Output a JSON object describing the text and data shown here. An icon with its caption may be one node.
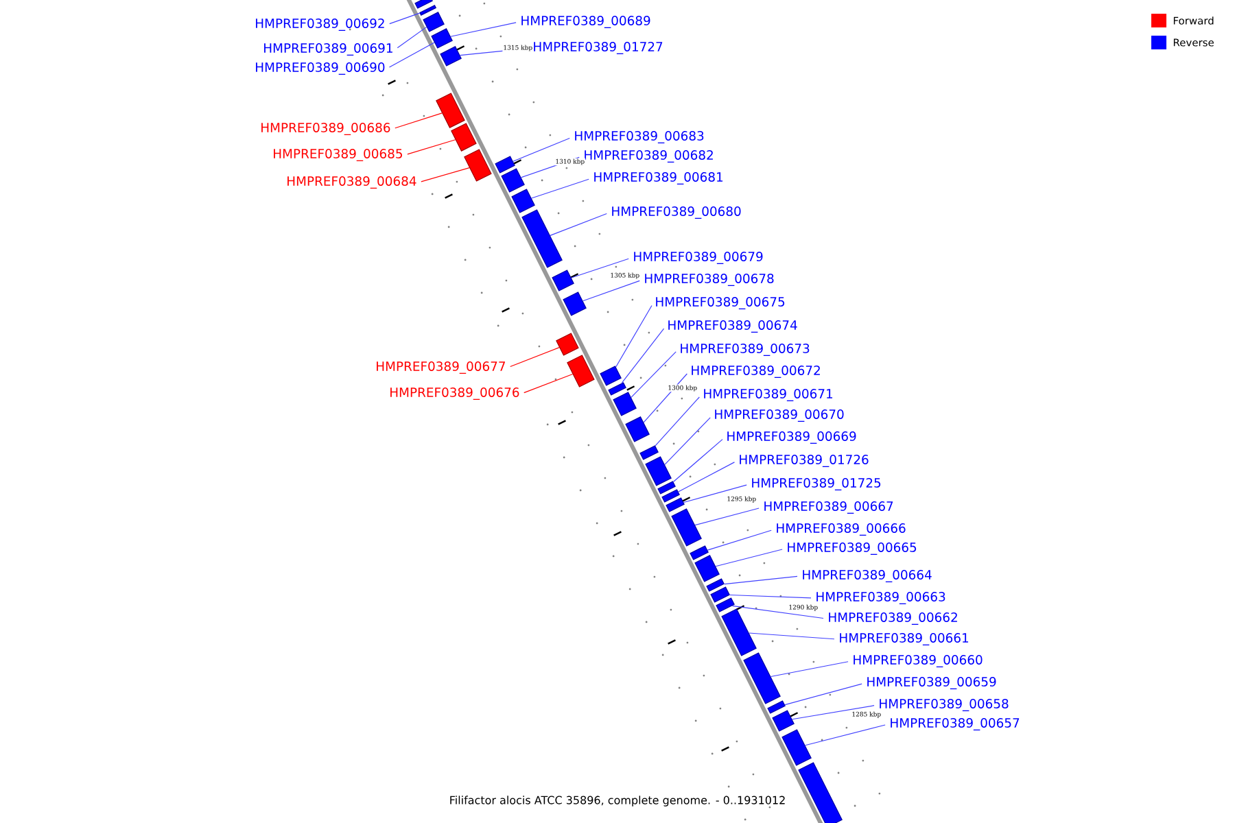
{
  "diagram": {
    "caption": "Filifactor alocis ATCC 35896, complete genome. - 0..1931012",
    "nodes": [
      {
        "text": [
          "HMPREF0389_00689"
        ]
      },
      {
        "text": [
          "HMPREF0389_00692"
        ]
      },
      {
        "text": [
          "HMPREF0389_01727"
        ]
      },
      {
        "text": [
          "HMPREF0389_00691"
        ]
      },
      {
        "text": [
          "HMPREF0389_00690"
        ]
      },
      {
        "text": [
          "HMPREF0389_00686"
        ]
      },
      {
        "text": [
          "HMPREF0389_00683"
        ]
      },
      {
        "text": [
          "HMPREF0389_00685"
        ]
      },
      {
        "text": [
          "HMPREF0389_00682"
        ]
      },
      {
        "text": [
          "HMPREF0389_00681"
        ]
      },
      {
        "text": [
          "HMPREF0389_00684"
        ]
      },
      {
        "text": [
          "HMPREF0389_00680"
        ]
      },
      {
        "text": [
          "HMPREF0389_00679"
        ]
      },
      {
        "text": [
          "HMPREF0389_00678"
        ]
      },
      {
        "text": [
          "HMPREF0389_00675"
        ]
      },
      {
        "text": [
          "HMPREF0389_00674"
        ]
      },
      {
        "text": [
          "HMPREF0389_00673"
        ]
      },
      {
        "text": [
          "HMPREF0389_00677"
        ]
      },
      {
        "text": [
          "HMPREF0389_00672"
        ]
      },
      {
        "text": [
          "HMPREF0389_00676"
        ]
      },
      {
        "text": [
          "HMPREF0389_00671"
        ]
      },
      {
        "text": [
          "HMPREF0389_00670"
        ]
      },
      {
        "text": [
          "HMPREF0389_00669"
        ]
      },
      {
        "text": [
          "HMPREF0389_01726"
        ]
      },
      {
        "text": [
          "HMPREF0389_01725"
        ]
      },
      {
        "text": [
          "HMPREF0389_00667"
        ]
      },
      {
        "text": [
          "HMPREF0389_00666"
        ]
      },
      {
        "text": [
          "HMPREF0389_00665"
        ]
      },
      {
        "text": [
          "HMPREF0389_00664"
        ]
      },
      {
        "text": [
          "HMPREF0389_00663"
        ]
      },
      {
        "text": [
          "HMPREF0389_00662"
        ]
      },
      {
        "text": [
          "HMPREF0389_00661"
        ]
      },
      {
        "text": [
          "HMPREF0389_00660"
        ]
      },
      {
        "text": [
          "HMPREF0389_00659"
        ]
      },
      {
        "text": [
          "HMPREF0389_00658"
        ]
      },
      {
        "text": [
          "HMPREF0389_00657"
        ]
      },
      {
        "text": [],
        "shape": "box"
      },
      {
        "text": [],
        "shape": "box"
      },
      {
        "text": [],
        "shape": "box"
      },
      {
        "text": [],
        "shape": "box"
      },
      {
        "text": [],
        "shape": "box"
      },
      {
        "text": [],
        "shape": "box"
      },
      {
        "text": [],
        "shape": "box"
      },
      {
        "text": [],
        "shape": "box"
      },
      {
        "text": [],
        "shape": "box"
      },
      {
        "text": [],
        "shape": "box"
      },
      {
        "text": [],
        "shape": "box"
      },
      {
        "text": [],
        "shape": "box"
      },
      {
        "text": [],
        "shape": "box"
      },
      {
        "text": [],
        "shape": "box"
      },
      {
        "text": [],
        "shape": "box"
      },
      {
        "text": [],
        "shape": "box"
      },
      {
        "text": [],
        "shape": "box"
      },
      {
        "text": [],
        "shape": "box"
      },
      {
        "text": [],
        "shape": "box"
      },
      {
        "text": [],
        "shape": "box"
      },
      {
        "text": [],
        "shape": "box"
      },
      {
        "text": [],
        "shape": "box"
      },
      {
        "text": [],
        "shape": "box"
      },
      {
        "text": [],
        "shape": "box"
      },
      {
        "text": [],
        "shape": "box"
      },
      {
        "text": [],
        "shape": "box"
      },
      {
        "text": [],
        "shape": "box"
      },
      {
        "text": [],
        "shape": "box"
      },
      {
        "text": [],
        "shape": "box"
      },
      {
        "text": [],
        "shape": "box"
      },
      {
        "text": [],
        "shape": "box"
      },
      {
        "text": [],
        "shape": "box"
      },
      {
        "text": [],
        "shape": "box"
      },
      {
        "text": [],
        "shape": "box"
      },
      {
        "text": [],
        "shape": "box"
      },
      {
        "text": [],
        "shape": "box"
      },
      {
        "text": [],
        "shape": "box"
      }
    ],
    "edges": [
      {
        "from": 0,
        "to": 39,
        "arrow": "none"
      },
      {
        "from": 1,
        "to": 37,
        "arrow": "none"
      },
      {
        "from": 2,
        "to": 40,
        "arrow": "none"
      },
      {
        "from": 3,
        "to": 38,
        "arrow": "none"
      },
      {
        "from": 4,
        "to": 39,
        "arrow": "none"
      },
      {
        "from": 5,
        "to": 41,
        "arrow": "none",
        "color": "#ff0000"
      },
      {
        "from": 6,
        "to": 44,
        "arrow": "none"
      },
      {
        "from": 7,
        "to": 42,
        "arrow": "none",
        "color": "#ff0000"
      },
      {
        "from": 8,
        "to": 45,
        "arrow": "none"
      },
      {
        "from": 9,
        "to": 46,
        "arrow": "none"
      },
      {
        "from": 10,
        "to": 43,
        "arrow": "none",
        "color": "#ff0000"
      },
      {
        "from": 11,
        "to": 47,
        "arrow": "none"
      },
      {
        "from": 12,
        "to": 48,
        "arrow": "none"
      },
      {
        "from": 13,
        "to": 49,
        "arrow": "none"
      },
      {
        "from": 14,
        "to": 52,
        "arrow": "none"
      },
      {
        "from": 15,
        "to": 53,
        "arrow": "none"
      },
      {
        "from": 16,
        "to": 54,
        "arrow": "none"
      },
      {
        "from": 17,
        "to": 50,
        "arrow": "none",
        "color": "#ff0000"
      },
      {
        "from": 18,
        "to": 55,
        "arrow": "none"
      },
      {
        "from": 19,
        "to": 51,
        "arrow": "none",
        "color": "#ff0000"
      },
      {
        "from": 20,
        "to": 56,
        "arrow": "none"
      },
      {
        "from": 21,
        "to": 57,
        "arrow": "none"
      },
      {
        "from": 22,
        "to": 58,
        "arrow": "none"
      },
      {
        "from": 23,
        "to": 59,
        "arrow": "none"
      },
      {
        "from": 24,
        "to": 60,
        "arrow": "none"
      },
      {
        "from": 25,
        "to": 61,
        "arrow": "none"
      },
      {
        "from": 26,
        "to": 62,
        "arrow": "none"
      },
      {
        "from": 27,
        "to": 63,
        "arrow": "none"
      },
      {
        "from": 28,
        "to": 64,
        "arrow": "none"
      },
      {
        "from": 29,
        "to": 65,
        "arrow": "none"
      },
      {
        "from": 30,
        "to": 66,
        "arrow": "none"
      },
      {
        "from": 31,
        "to": 67,
        "arrow": "none"
      },
      {
        "from": 32,
        "to": 68,
        "arrow": "none"
      },
      {
        "from": 33,
        "to": 69,
        "arrow": "none"
      },
      {
        "from": 34,
        "to": 70,
        "arrow": "none"
      },
      {
        "from": 35,
        "to": 71,
        "arrow": "none"
      }
    ],
    "labels": [
      "1315 kbp",
      "1310 kbp",
      "1305 kbp",
      "1300 kbp",
      "1295 kbp",
      "1290 kbp",
      "1285 kbp"
    ],
    "legend": [
      {
        "text": "Forward",
        "color": "#ff0000"
      },
      {
        "text": "Reverse",
        "color": "#0000ff"
      }
    ]
  }
}
